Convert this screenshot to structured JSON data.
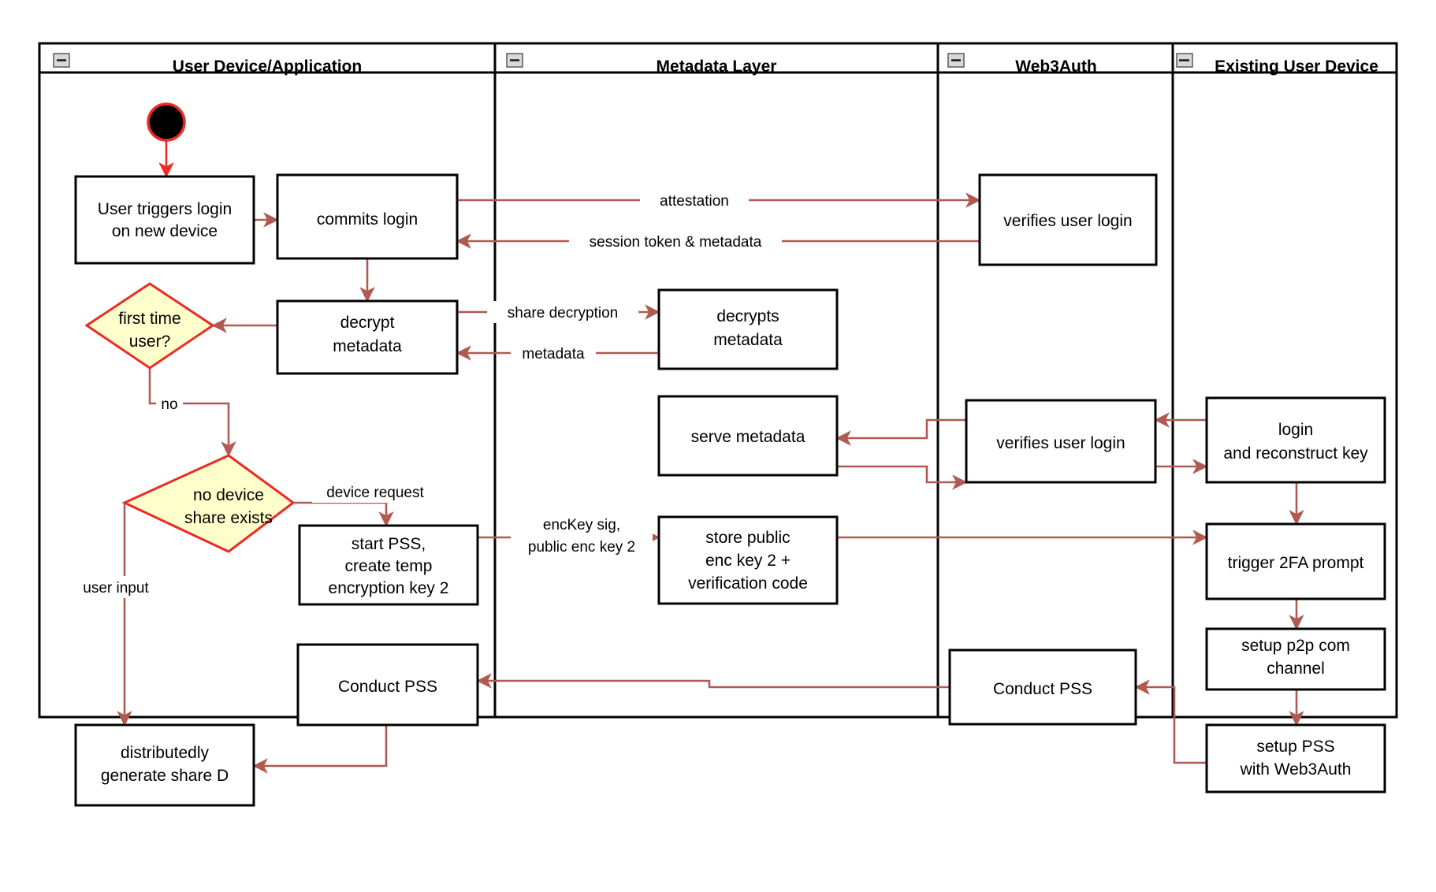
{
  "diagram": {
    "type": "uml-activity-swimlane",
    "title": "Web3Auth new-device login flow",
    "colors": {
      "connector": "#b05a52",
      "start_node_fill": "#000000",
      "start_node_stroke": "#ff0000",
      "decision_fill": "#ffffcc",
      "decision_stroke": "#ff0000",
      "activity_fill": "#ffffff",
      "activity_stroke": "#000000",
      "lane_border": "#000000",
      "collapse_icon_fill": "#d9d9d9"
    },
    "lanes": [
      {
        "id": "lane-user-device",
        "label": "User Device/Application",
        "collapse_icon": "minus-icon"
      },
      {
        "id": "lane-metadata",
        "label": "Metadata Layer",
        "collapse_icon": "minus-icon"
      },
      {
        "id": "lane-web3auth",
        "label": "Web3Auth",
        "collapse_icon": "minus-icon"
      },
      {
        "id": "lane-existing-device",
        "label": "Existing User Device",
        "collapse_icon": "minus-icon"
      }
    ],
    "nodes": [
      {
        "id": "start",
        "kind": "initial-node",
        "lane": "lane-user-device",
        "label": ""
      },
      {
        "id": "n-user-triggers-login",
        "kind": "activity",
        "lane": "lane-user-device",
        "lines": [
          "User triggers login",
          "on new device"
        ]
      },
      {
        "id": "n-commits-login",
        "kind": "activity",
        "lane": "lane-user-device",
        "lines": [
          "commits login"
        ]
      },
      {
        "id": "n-verifies-user-login-1",
        "kind": "activity",
        "lane": "lane-web3auth",
        "lines": [
          "verifies user login"
        ]
      },
      {
        "id": "n-decrypt-metadata",
        "kind": "activity",
        "lane": "lane-user-device",
        "lines": [
          "decrypt",
          "metadata"
        ]
      },
      {
        "id": "n-decrypts-metadata",
        "kind": "activity",
        "lane": "lane-metadata",
        "lines": [
          "decrypts",
          "metadata"
        ]
      },
      {
        "id": "d-first-time-user",
        "kind": "decision",
        "lane": "lane-user-device",
        "lines": [
          "first time",
          "user?"
        ]
      },
      {
        "id": "d-no-device-share",
        "kind": "decision",
        "lane": "lane-user-device",
        "lines": [
          "no device",
          "share exists"
        ]
      },
      {
        "id": "n-serve-metadata",
        "kind": "activity",
        "lane": "lane-metadata",
        "lines": [
          "serve metadata"
        ]
      },
      {
        "id": "n-verifies-user-login-2",
        "kind": "activity",
        "lane": "lane-web3auth",
        "lines": [
          "verifies user login"
        ]
      },
      {
        "id": "n-login-reconstruct-key",
        "kind": "activity",
        "lane": "lane-existing-device",
        "lines": [
          "login",
          "and reconstruct key"
        ]
      },
      {
        "id": "n-start-pss",
        "kind": "activity",
        "lane": "lane-user-device",
        "lines": [
          "start PSS,",
          "create temp",
          "encryption key 2"
        ]
      },
      {
        "id": "n-store-public-enc-key",
        "kind": "activity",
        "lane": "lane-metadata",
        "lines": [
          "store public",
          "enc key 2 +",
          "verification code"
        ]
      },
      {
        "id": "n-trigger-2fa",
        "kind": "activity",
        "lane": "lane-existing-device",
        "lines": [
          "trigger 2FA prompt"
        ]
      },
      {
        "id": "n-setup-p2p",
        "kind": "activity",
        "lane": "lane-existing-device",
        "lines": [
          "setup p2p com",
          "channel"
        ]
      },
      {
        "id": "n-conduct-pss-user",
        "kind": "activity",
        "lane": "lane-user-device",
        "lines": [
          "Conduct PSS"
        ]
      },
      {
        "id": "n-conduct-pss-web3auth",
        "kind": "activity",
        "lane": "lane-web3auth",
        "lines": [
          "Conduct PSS"
        ]
      },
      {
        "id": "n-setup-pss-web3auth",
        "kind": "activity",
        "lane": "lane-existing-device",
        "lines": [
          "setup PSS",
          "with Web3Auth"
        ]
      },
      {
        "id": "n-distributedly-generate",
        "kind": "activity",
        "lane": "lane-user-device",
        "lines": [
          "distributedly",
          "generate share D"
        ]
      }
    ],
    "edge_labels": [
      {
        "id": "lbl-attestation",
        "text": "attestation"
      },
      {
        "id": "lbl-session-token",
        "text": "session token & metadata"
      },
      {
        "id": "lbl-share-decryption",
        "text": "share decryption"
      },
      {
        "id": "lbl-metadata",
        "text": "metadata"
      },
      {
        "id": "lbl-no",
        "text": "no"
      },
      {
        "id": "lbl-device-request",
        "text": "device request"
      },
      {
        "id": "lbl-user-input",
        "text": "user input"
      },
      {
        "id": "lbl-enckey-sig-1",
        "text": "encKey sig,"
      },
      {
        "id": "lbl-enckey-sig-2",
        "text": "public enc key 2"
      }
    ]
  }
}
